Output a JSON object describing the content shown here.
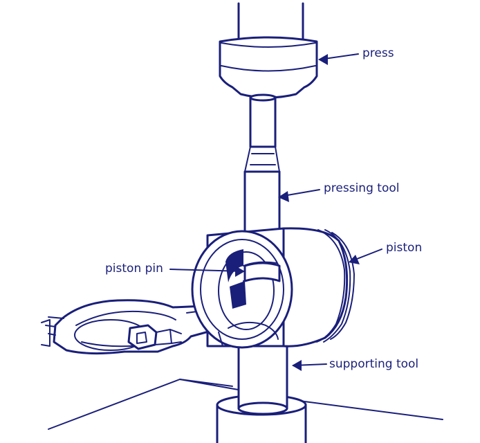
{
  "labels": {
    "press": "press",
    "pressing_tool": "pressing tool",
    "piston": "piston",
    "piston_pin": "piston pin",
    "supporting_tool": "supporting tool"
  },
  "colors": {
    "ink": "#1a1f7a",
    "background": "#ffffff"
  }
}
